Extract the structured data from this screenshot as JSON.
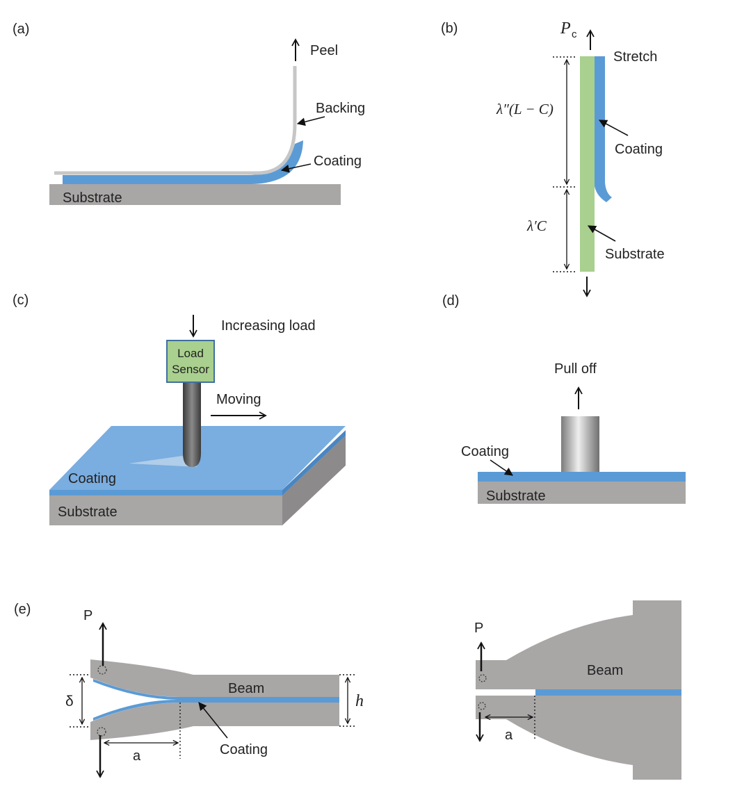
{
  "panels": {
    "a": {
      "tag": "(a)",
      "peel": "Peel",
      "backing": "Backing",
      "coating": "Coating",
      "substrate": "Substrate"
    },
    "b": {
      "tag": "(b)",
      "force": "P",
      "force_sub": "c",
      "stretch": "Stretch",
      "upper_length": "λ″(L − C)",
      "lower_length": "λ′C",
      "coating": "Coating",
      "substrate": "Substrate"
    },
    "c": {
      "tag": "(c)",
      "increasing_load": "Increasing load",
      "sensor_line1": "Load",
      "sensor_line2": "Sensor",
      "moving": "Moving",
      "coating": "Coating",
      "substrate": "Substrate"
    },
    "d": {
      "tag": "(d)",
      "pull_off": "Pull off",
      "coating": "Coating",
      "substrate": "Substrate"
    },
    "e": {
      "tag": "(e)",
      "left": {
        "load": "P",
        "opening": "δ",
        "thickness": "h",
        "beam": "Beam",
        "coating": "Coating",
        "crack_length": "a"
      },
      "right": {
        "load": "P",
        "beam": "Beam",
        "crack_length": "a"
      }
    }
  },
  "colors": {
    "coating": "#5b9bd5",
    "coating_light": "#7aade0",
    "substrate": "#a9a6a6",
    "backing": "#c6c6c6",
    "stretch_substrate": "#a9d08e",
    "sensor_fill": "#a9d08e",
    "sensor_border": "#3f6f9f",
    "beam": "#a9a6a6"
  }
}
